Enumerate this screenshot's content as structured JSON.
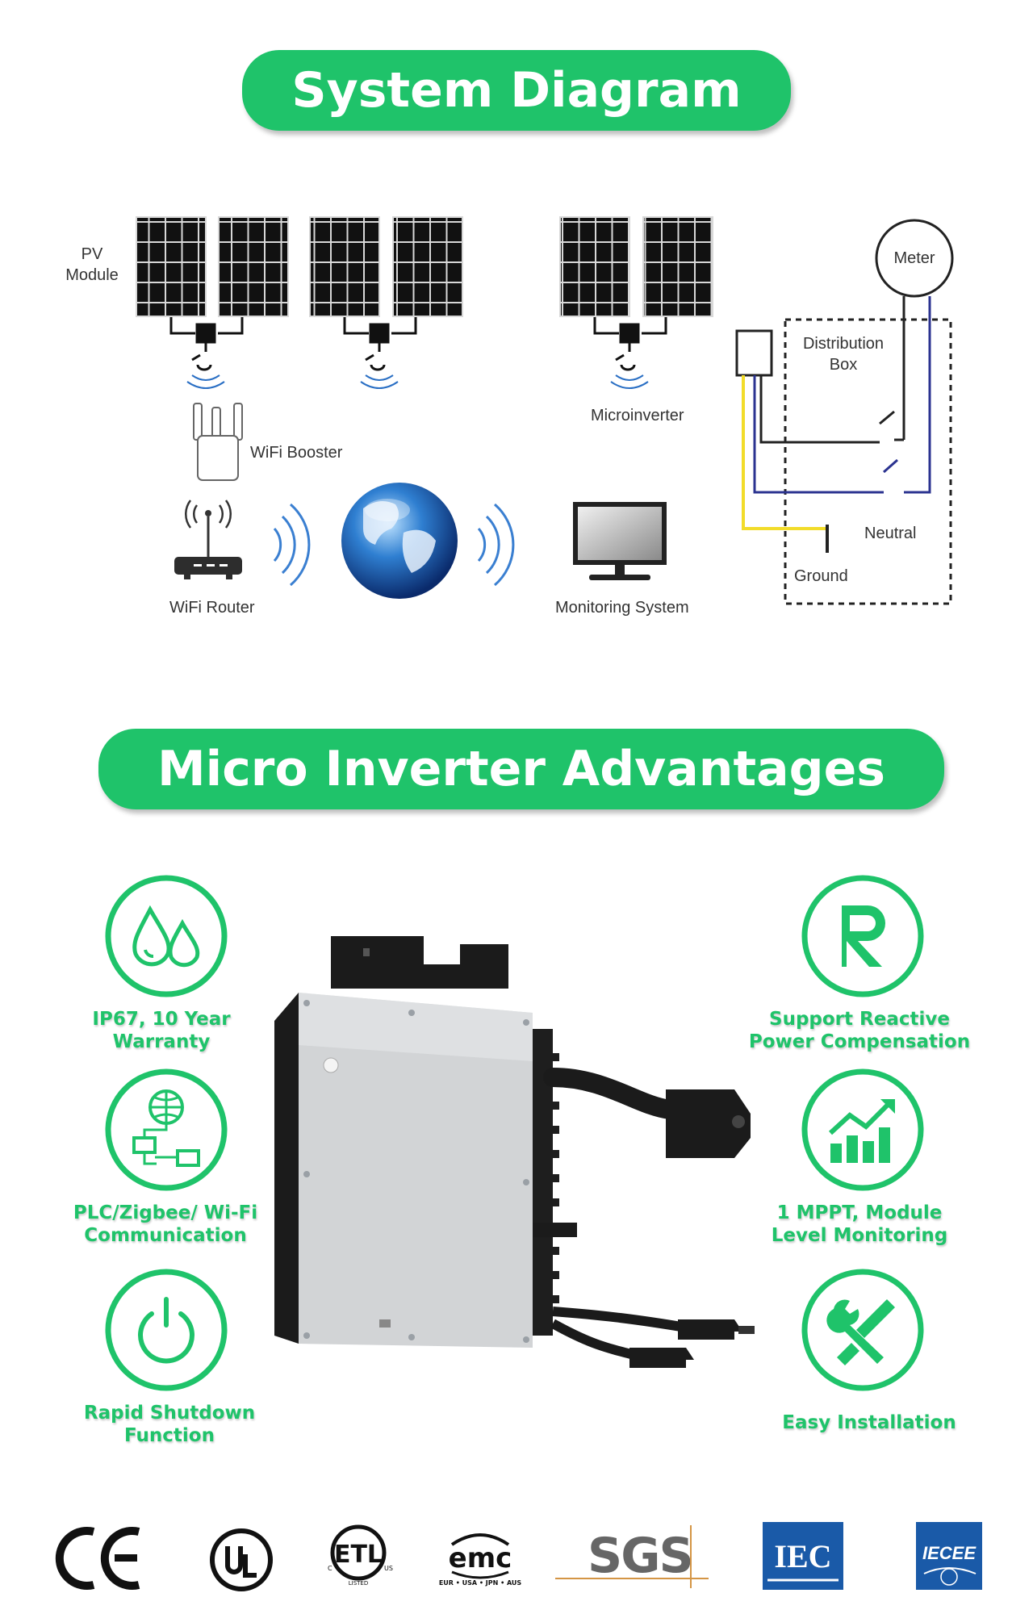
{
  "section1": {
    "title": "System Diagram"
  },
  "diagram": {
    "pv_module": "PV\nModule",
    "wifi_booster": "WiFi Booster",
    "microinverter": "Microinverter",
    "wifi_router": "WiFi Router",
    "monitoring_system": "Monitoring System",
    "meter": "Meter",
    "distribution_box": "Distribution\nBox",
    "neutral": "Neutral",
    "ground": "Ground"
  },
  "section2": {
    "title": "Micro Inverter Advantages"
  },
  "advantages": {
    "left": [
      {
        "label_line1": "IP67, 10 Year",
        "label_line2": "Warranty",
        "icon": "water-drops-icon"
      },
      {
        "label_line1": "PLC/Zigbee/ Wi-Fi",
        "label_line2": "Communication",
        "icon": "network-icon"
      },
      {
        "label_line1": "Rapid Shutdown",
        "label_line2": "Function",
        "icon": "power-icon"
      }
    ],
    "right": [
      {
        "label_line1": "Support Reactive",
        "label_line2": "Power Compensation",
        "icon": "registered-icon"
      },
      {
        "label_line1": "1 MPPT, Module",
        "label_line2": "Level Monitoring",
        "icon": "growth-chart-icon"
      },
      {
        "label_line1": "Easy Installation",
        "label_line2": "",
        "icon": "tools-icon"
      }
    ]
  },
  "certifications": {
    "ce": "CE",
    "ul": "UL",
    "etl": "ETL",
    "etl_small": "LISTED",
    "emc": "emc",
    "emc_sub": "EUR • USA • JPN • AUS",
    "sgs": "SGS",
    "iec": "IEC",
    "iecee": "IECEE"
  },
  "colors": {
    "accent": "#1fc36a",
    "iec_blue": "#1a5aa8",
    "wire_blue": "#2b3390",
    "wire_yellow": "#f2dc2a"
  }
}
